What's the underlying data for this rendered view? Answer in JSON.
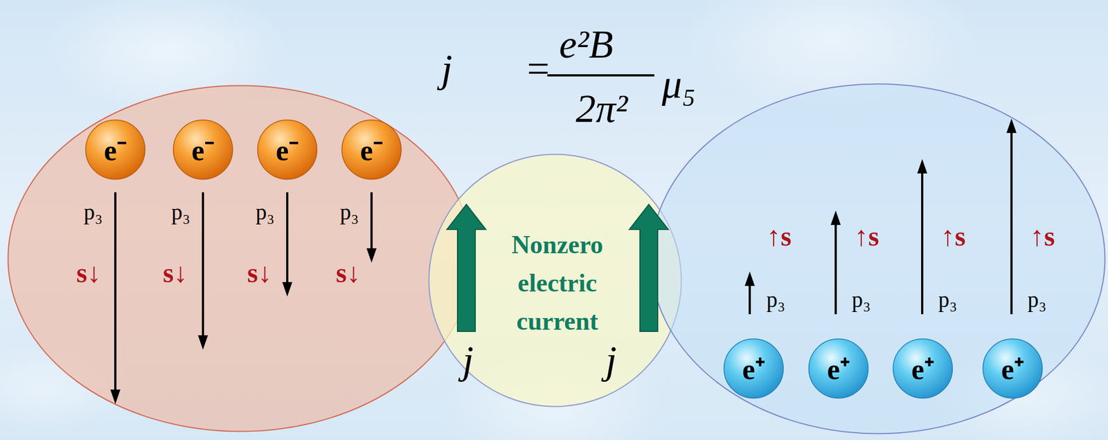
{
  "diagram": {
    "nodes": [
      {
        "text": [
          "p₃",
          "s↓",
          "p₃",
          "s↓",
          "p₃",
          "s↓",
          "p₃",
          "s↓"
        ]
      },
      {
        "text": [
          "e⁻"
        ],
        "in": 0
      },
      {
        "text": [
          "e⁻"
        ],
        "in": 0
      },
      {
        "text": [
          "e⁻"
        ],
        "in": 0
      },
      {
        "text": [
          "e⁻"
        ],
        "in": 0
      },
      {
        "text": [
          "Nonzero electric current",
          "j⃗",
          "j⃗"
        ]
      },
      {
        "text": [
          "↑s",
          "p₃",
          "↑s",
          "p₃",
          "↑s",
          "p₃",
          "↑s",
          "p₃"
        ]
      },
      {
        "text": [
          "e⁺"
        ],
        "in": 6
      },
      {
        "text": [
          "e⁺"
        ],
        "in": 6
      },
      {
        "text": [
          "e⁺"
        ],
        "in": 6
      },
      {
        "text": [
          "e⁺"
        ],
        "in": 6
      }
    ],
    "labels": [
      "⟨j⃗⟩ =",
      "e²B⃗",
      "2π²",
      "μ₅"
    ]
  }
}
